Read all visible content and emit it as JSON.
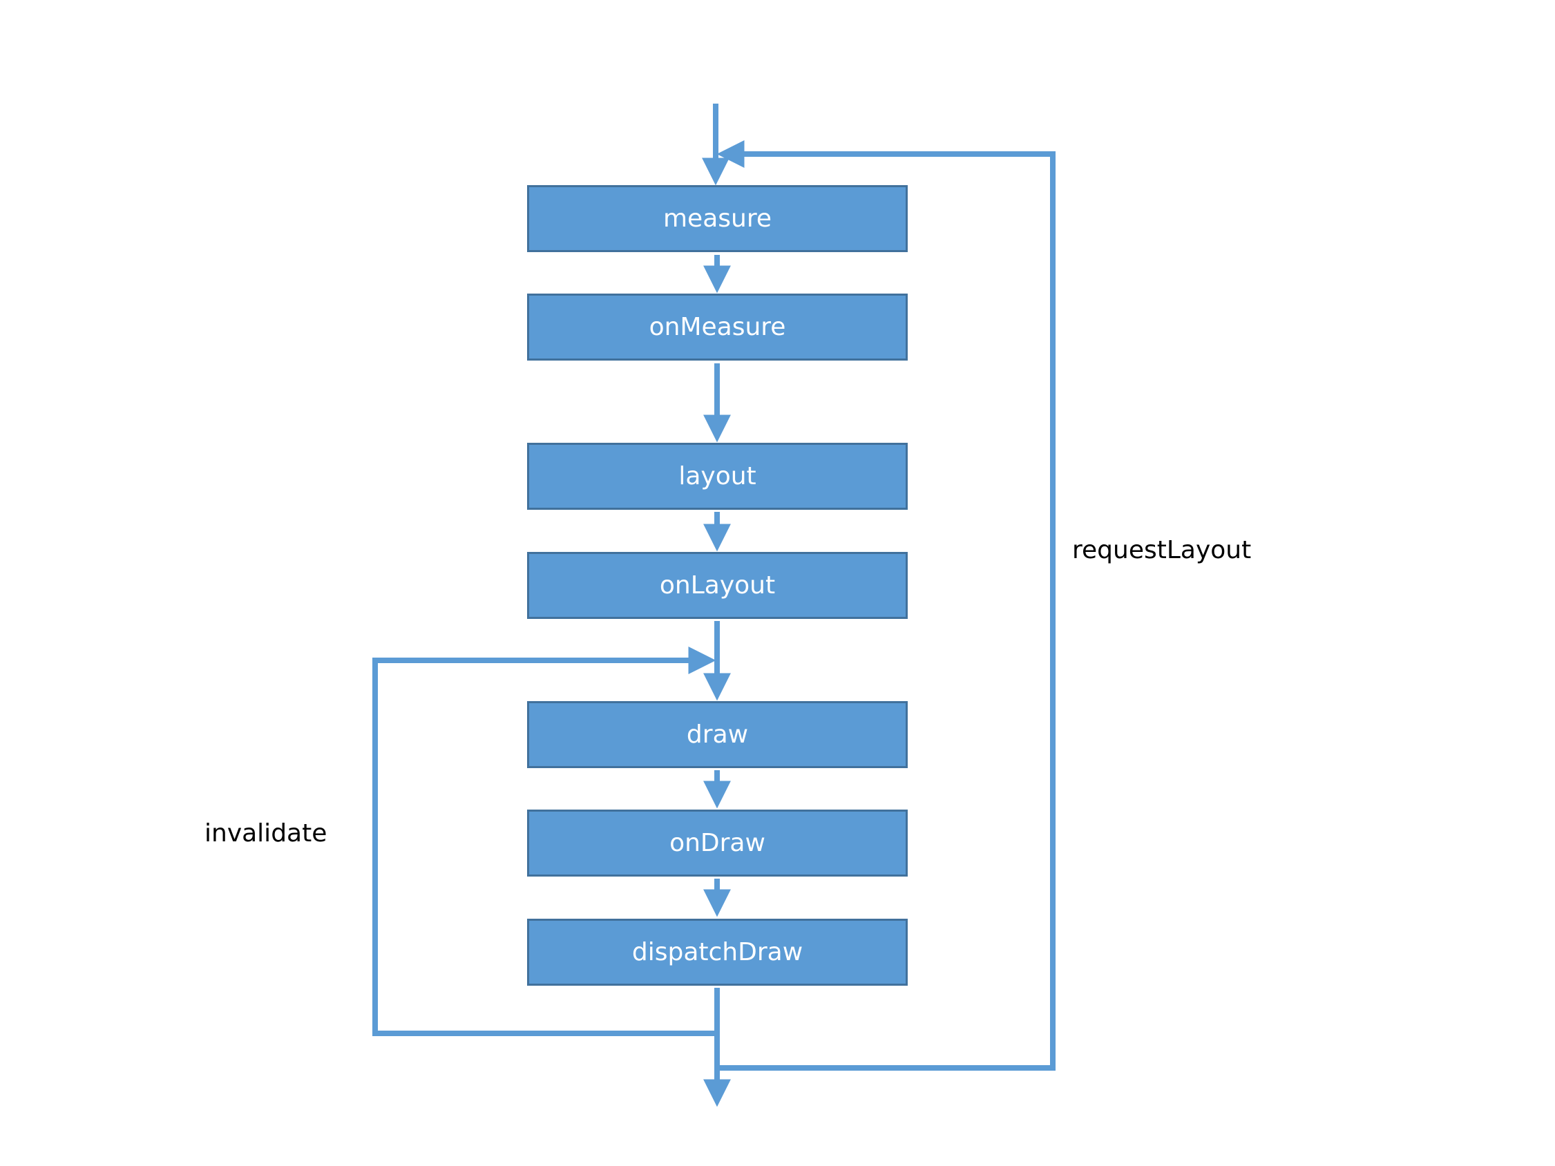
{
  "colors": {
    "connector": "#5b9bd5",
    "box_fill": "#5b9bd5",
    "box_border": "#41719c",
    "box_text": "#ffffff",
    "label_text": "#000000",
    "background": "#ffffff"
  },
  "steps": [
    {
      "id": "measure",
      "label": "measure"
    },
    {
      "id": "onmeasure",
      "label": "onMeasure"
    },
    {
      "id": "layout",
      "label": "layout"
    },
    {
      "id": "onlayout",
      "label": "onLayout"
    },
    {
      "id": "draw",
      "label": "draw"
    },
    {
      "id": "ondraw",
      "label": "onDraw"
    },
    {
      "id": "dispatchdraw",
      "label": "dispatchDraw"
    }
  ],
  "loops": {
    "request_layout": {
      "label": "requestLayout",
      "from": "dispatchDraw",
      "to": "measure"
    },
    "invalidate": {
      "label": "invalidate",
      "from": "dispatchDraw",
      "to": "draw"
    }
  }
}
